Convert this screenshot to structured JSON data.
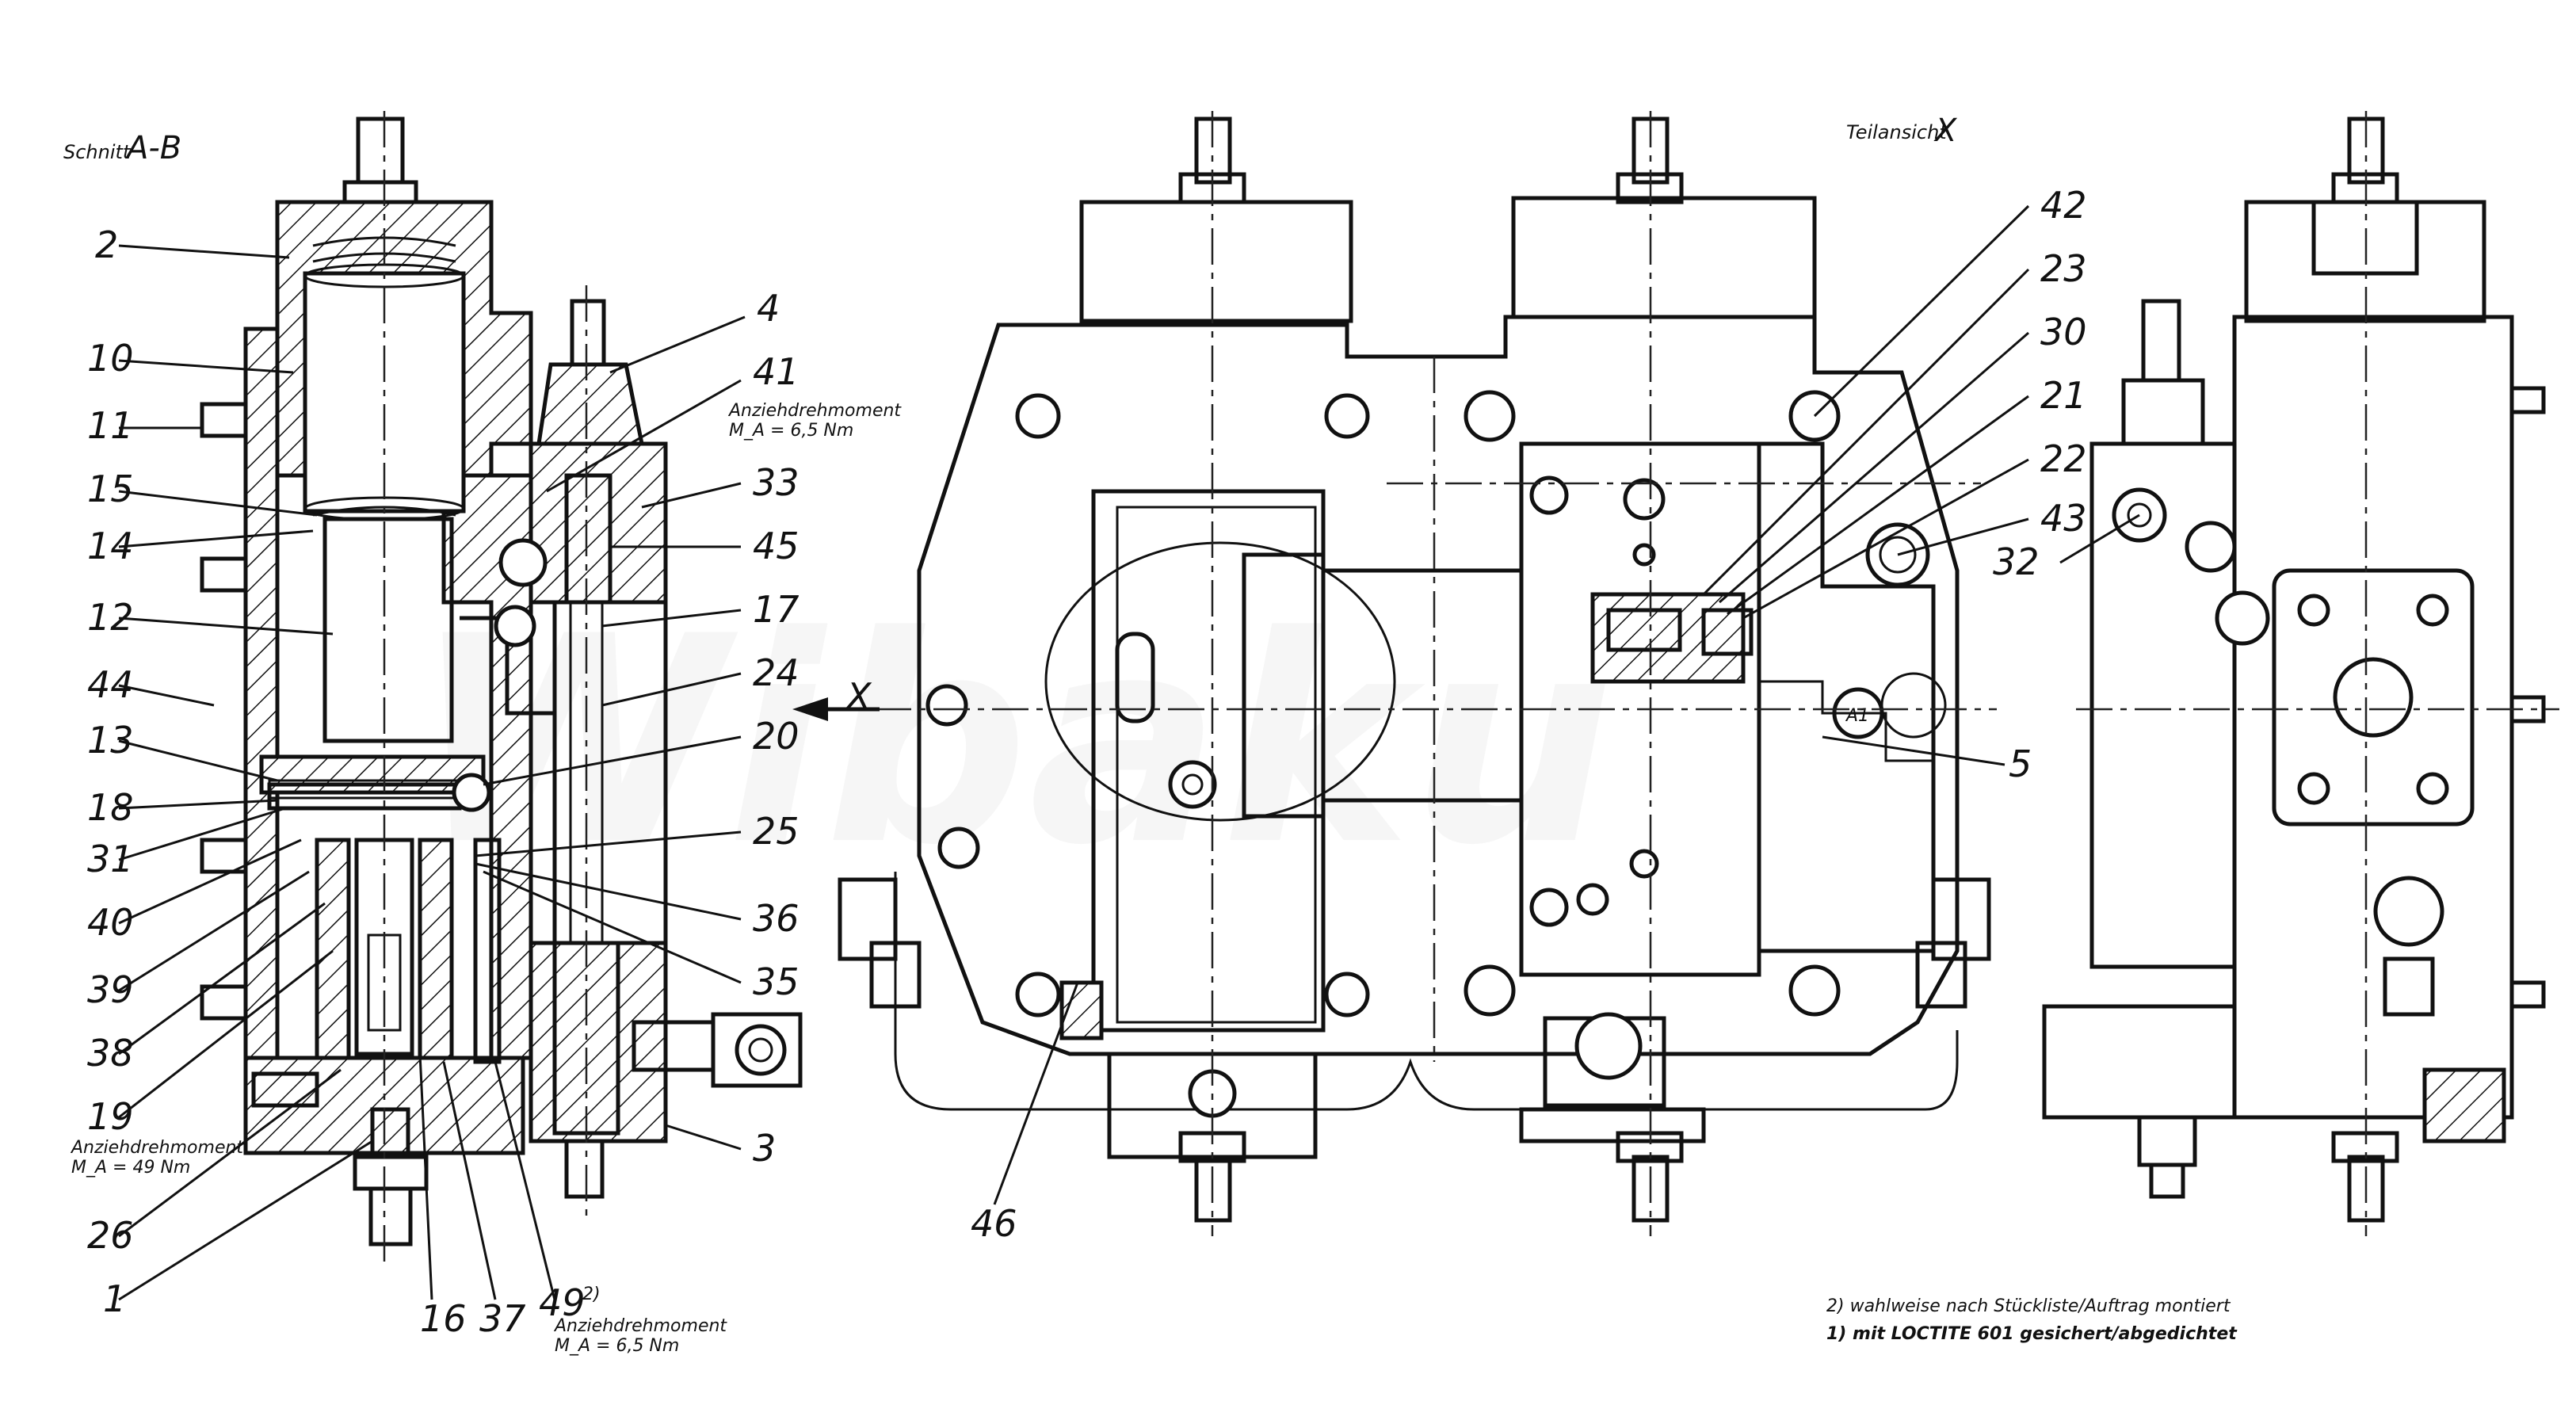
{
  "section_title": {
    "prefix": "Schnitt",
    "name": "A-B"
  },
  "partial_view_title": {
    "prefix": "Teilansicht",
    "name": "X"
  },
  "view_arrow_label": "X",
  "port_label": "A1",
  "watermark": "Wibaku",
  "torque_notes": [
    {
      "id": "torque-65-top",
      "line1": "Anziehdrehmoment",
      "line2": "M_A = 6,5 Nm"
    },
    {
      "id": "torque-49",
      "line1": "Anziehdrehmoment",
      "line2": "M_A = 49 Nm"
    },
    {
      "id": "torque-65-bottom",
      "line1": "Anziehdrehmoment",
      "line2": "M_A = 6,5 Nm"
    }
  ],
  "footnotes": [
    "2) wahlweise nach Stückliste/Auftrag montiert",
    "1) mit LOCTITE 601 gesichert/abgedichtet"
  ],
  "part_labels": [
    "2",
    "10",
    "11",
    "15",
    "14",
    "12",
    "44",
    "13",
    "18",
    "31",
    "40",
    "39",
    "38",
    "19",
    "26",
    "1",
    "16",
    "37",
    "49",
    "4",
    "41",
    "33",
    "45",
    "17",
    "24",
    "20",
    "25",
    "36",
    "35",
    "3",
    "42",
    "23",
    "30",
    "21",
    "22",
    "43",
    "5",
    "46",
    "32"
  ],
  "footnote_marker_49": "2)",
  "colors": {
    "line": "#111111",
    "background": "#ffffff"
  }
}
